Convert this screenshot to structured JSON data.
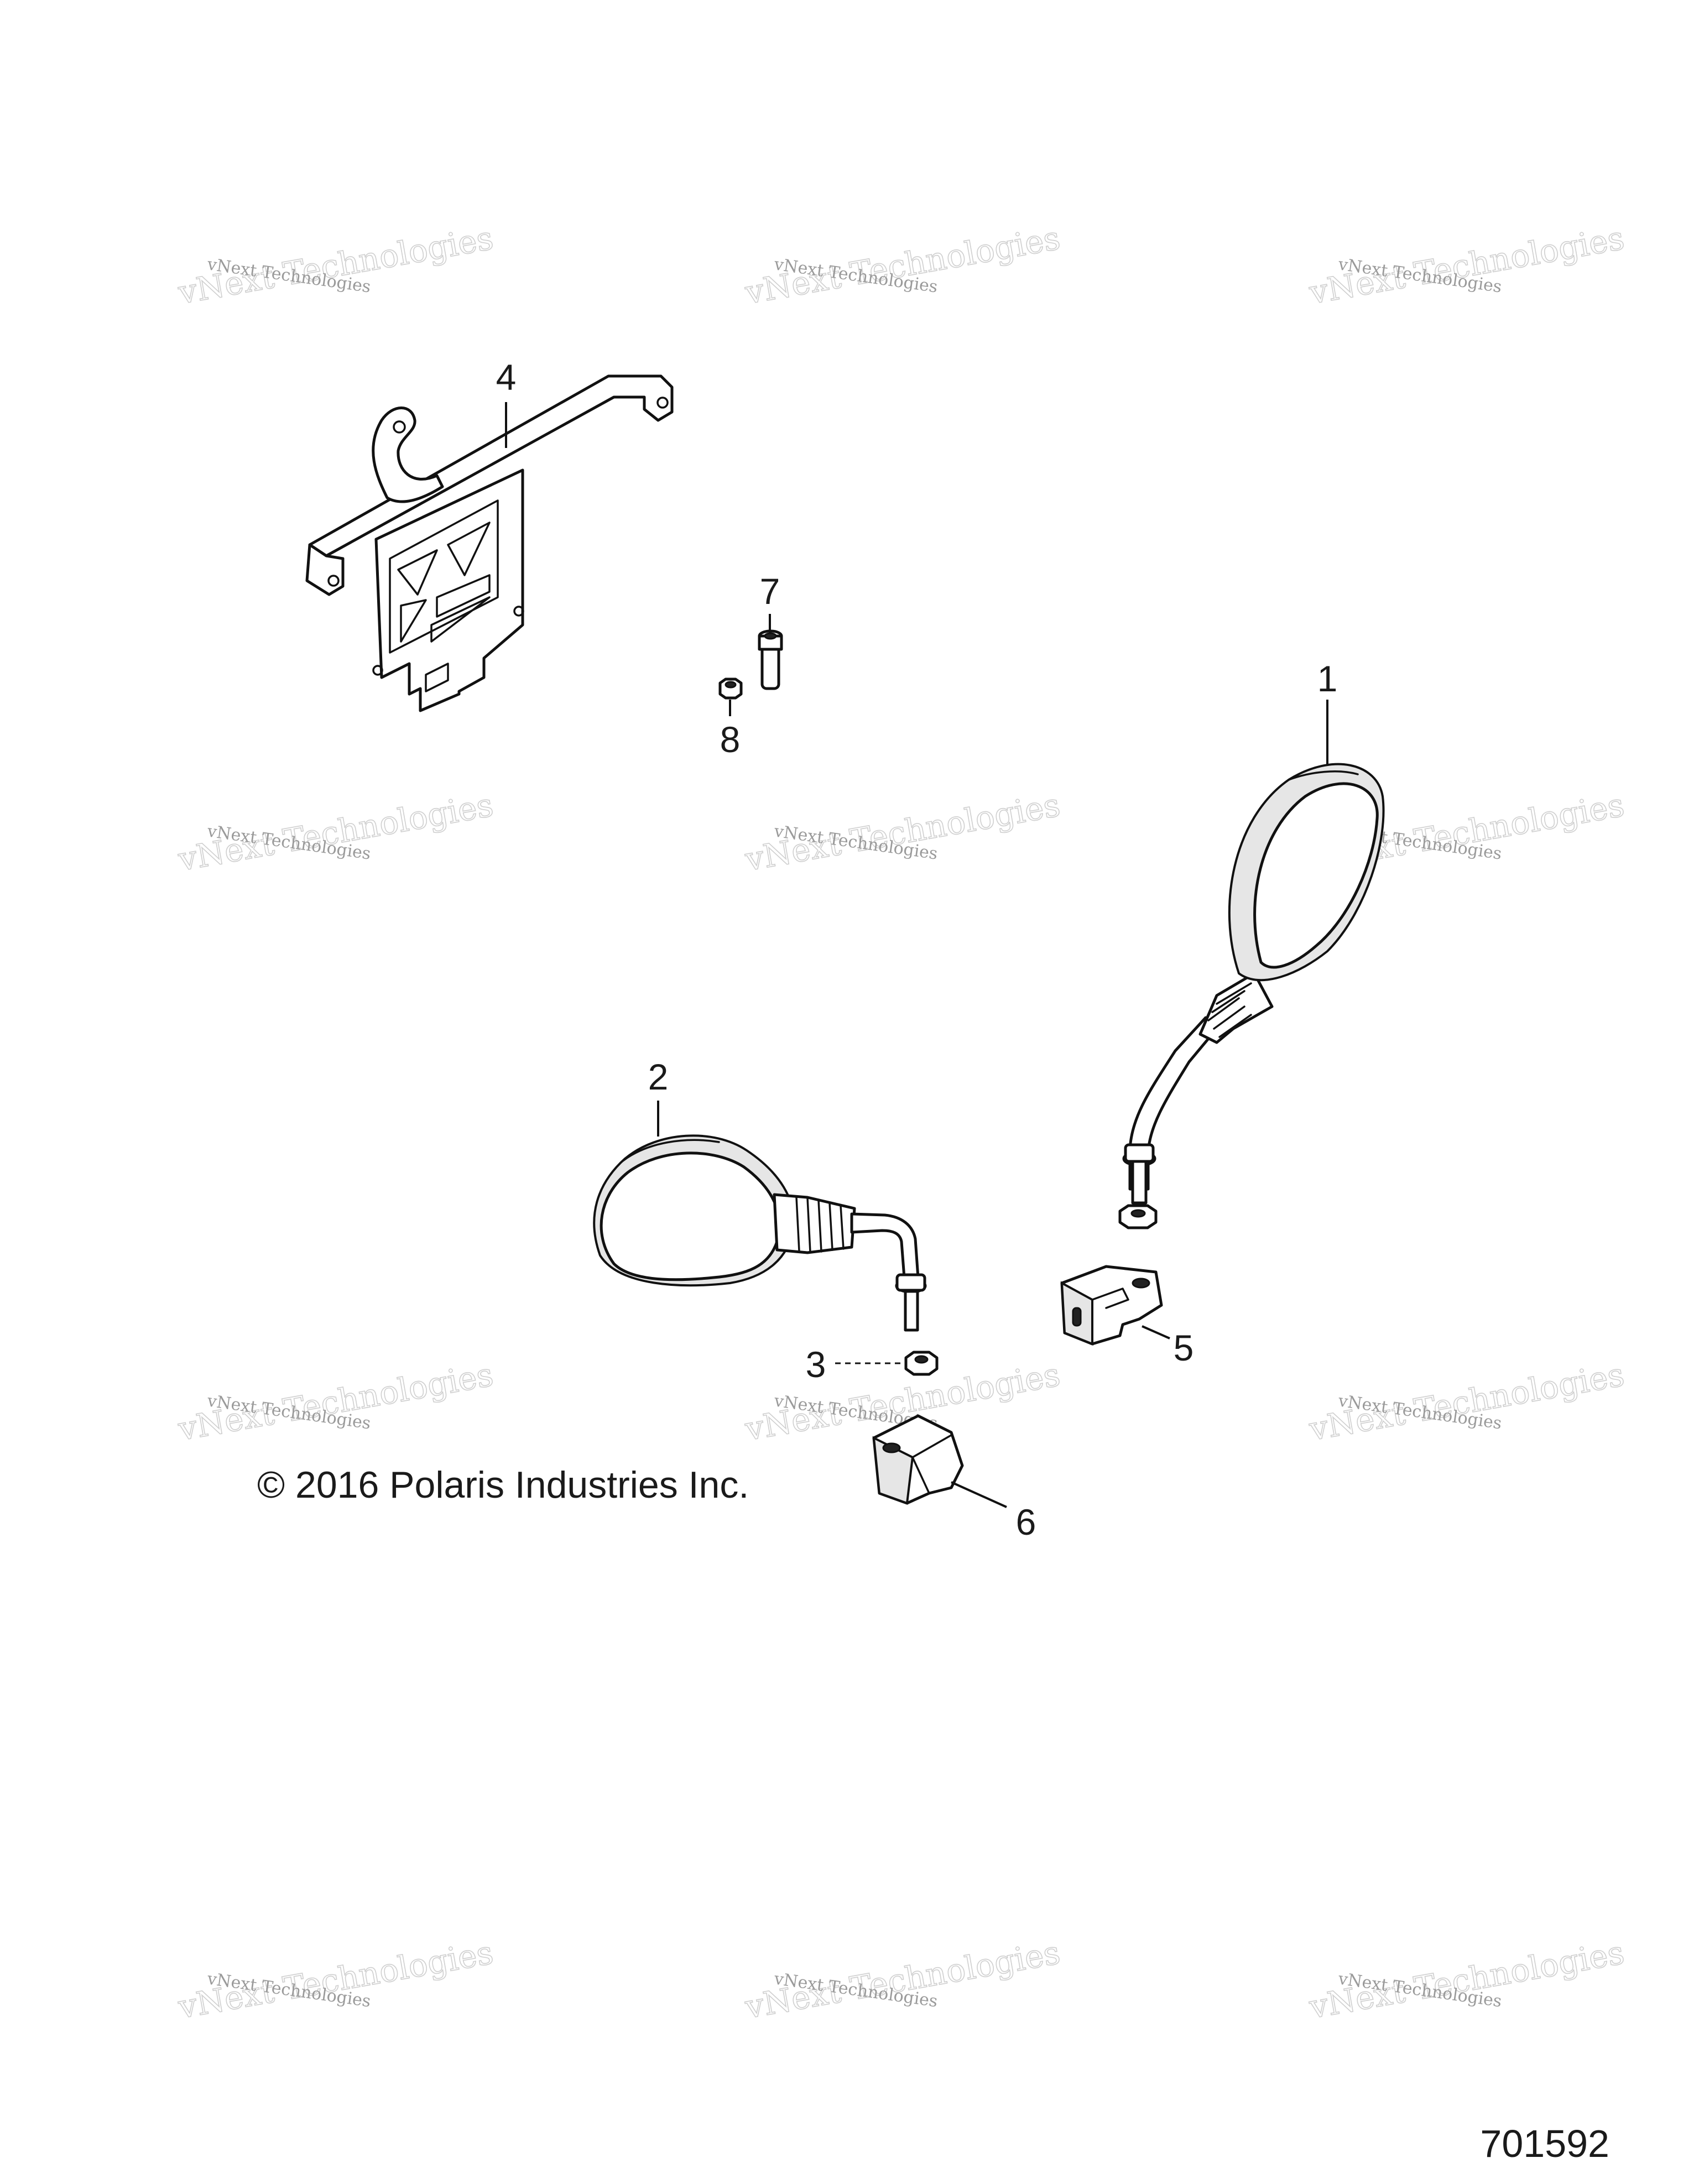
{
  "callouts": {
    "c1": "1",
    "c2": "2",
    "c3": "3",
    "c4": "4",
    "c5": "5",
    "c6": "6",
    "c7": "7",
    "c8": "8"
  },
  "copyright": "© 2016 Polaris Industries Inc.",
  "diagram_id": "701592",
  "watermark": {
    "small": "vNext Technologies",
    "big": "vNext Technologies"
  }
}
